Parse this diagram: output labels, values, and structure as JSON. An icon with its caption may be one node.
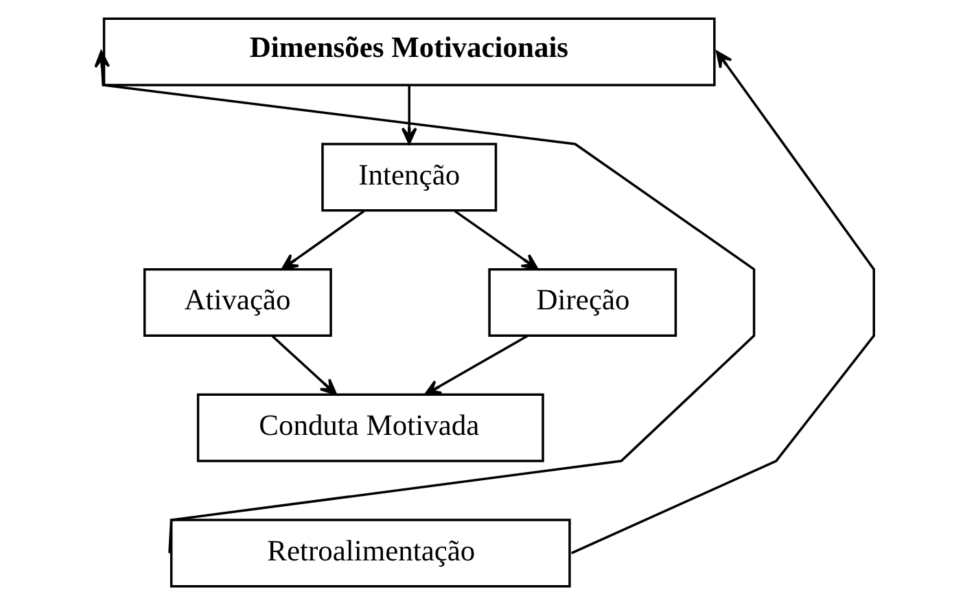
{
  "diagram": {
    "nodes": [
      {
        "text": [
          "Dimensões Motivacionais"
        ]
      },
      {
        "text": [
          "Intenção"
        ]
      },
      {
        "text": [
          "Ativação"
        ]
      },
      {
        "text": [
          "Direção"
        ]
      },
      {
        "text": [
          "Conduta Motivada"
        ]
      },
      {
        "text": [
          "Retroalimentação"
        ]
      }
    ],
    "edges": [
      {
        "from": 0,
        "to": 1,
        "arrow": "to"
      },
      {
        "from": 1,
        "to": 2,
        "arrow": "to"
      },
      {
        "from": 1,
        "to": 3,
        "arrow": "to"
      },
      {
        "from": 2,
        "to": 4,
        "arrow": "to"
      },
      {
        "from": 3,
        "to": 4,
        "arrow": "to"
      },
      {
        "from": 5,
        "to": 0,
        "arrow": "to"
      },
      {
        "from": 5,
        "to": 0,
        "arrow": "to"
      }
    ]
  }
}
